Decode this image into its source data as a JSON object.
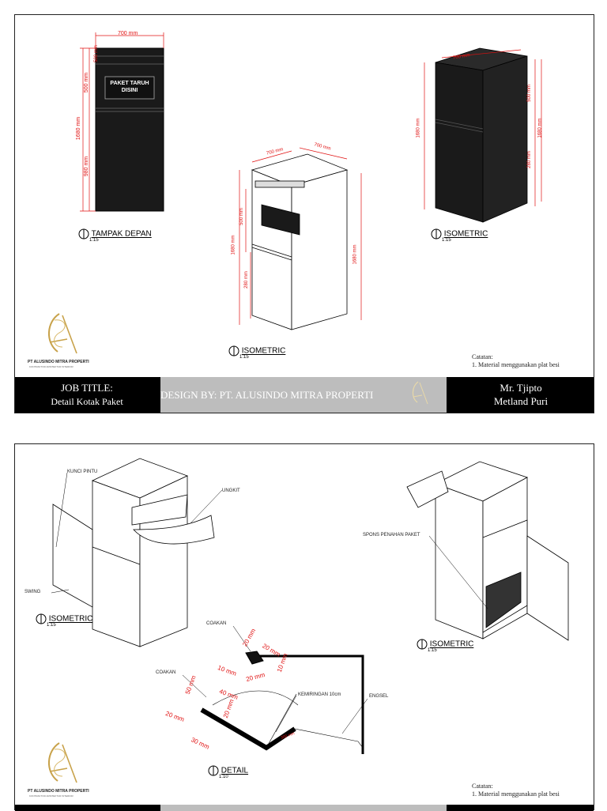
{
  "sheet1": {
    "front_view": {
      "label": "TAMPAK DEPAN",
      "scale": "1:15",
      "panel_text": [
        "PAKET TARUH",
        "DISINI"
      ],
      "dims": {
        "width": "700 mm",
        "top": "500 mm",
        "mid": "500 mm",
        "total": "1680 mm",
        "lower": "980 mm"
      }
    },
    "iso_center": {
      "label": "ISOMETRIC",
      "scale": "1:15",
      "dims": {
        "depth": "700 mm",
        "width": "700 mm",
        "total_left": "1680 mm",
        "total_right": "1680 mm",
        "mid": "500 mm",
        "low": "280 mm"
      }
    },
    "iso_right": {
      "label": "ISOMETRIC",
      "scale": "1:15",
      "dims": {
        "top": "700 mm",
        "total": "1680 mm",
        "mid": "500 mm",
        "low": "280 mm",
        "right_total": "1680 mm"
      }
    },
    "notes": {
      "title": "Catatan:",
      "item": "1. Material menggunakan plat besi"
    },
    "logo": {
      "company": "PT ALUSINDO MITRA PROPERTI",
      "tagline": "KONTRAKTOR ARSITEKTUR INTERIOR"
    },
    "title_block": {
      "job_label": "JOB TITLE:",
      "job_title": "Detail Kotak Paket",
      "design_by": "DESIGN BY: PT. ALUSINDO MITRA PROPERTI",
      "client": "Mr. Tjipto",
      "location": "Metland Puri"
    }
  },
  "sheet2": {
    "iso_left": {
      "label": "ISOMETRIC",
      "scale": "1:15",
      "callouts": {
        "lock": "KUNCI PINTU",
        "lever": "UNGKIT",
        "swing": "SWING"
      }
    },
    "iso_right": {
      "label": "ISOMETRIC",
      "scale": "1:15",
      "callouts": {
        "sponge": "SPONS PENAHAN PAKET"
      }
    },
    "detail": {
      "label": "DETAIL",
      "scale": "1:10",
      "callouts": {
        "coakan_top": "COAKAN",
        "coakan_left": "COAKAN",
        "slope": "KEMIRINGAN 10cm",
        "hinge": "ENGSEL"
      },
      "dims": [
        "20 mm",
        "20 mm",
        "10 mm",
        "10 mm",
        "20 mm",
        "50 mm",
        "40 mm",
        "20 mm",
        "30 mm",
        "20 mm",
        "300 mm"
      ]
    },
    "notes": {
      "title": "Catatan:",
      "item": "1. Material menggunakan plat besi"
    },
    "logo": {
      "company": "PT ALUSINDO MITRA PROPERTI",
      "tagline": "KONTRAKTOR ARSITEKTUR INTERIOR"
    }
  },
  "colors": {
    "dimension": "#e01010",
    "box_fill": "#1a1a1a",
    "gold": "#c8a24a",
    "titlebar": "#000000",
    "mid_block": "#bdbdbd"
  }
}
